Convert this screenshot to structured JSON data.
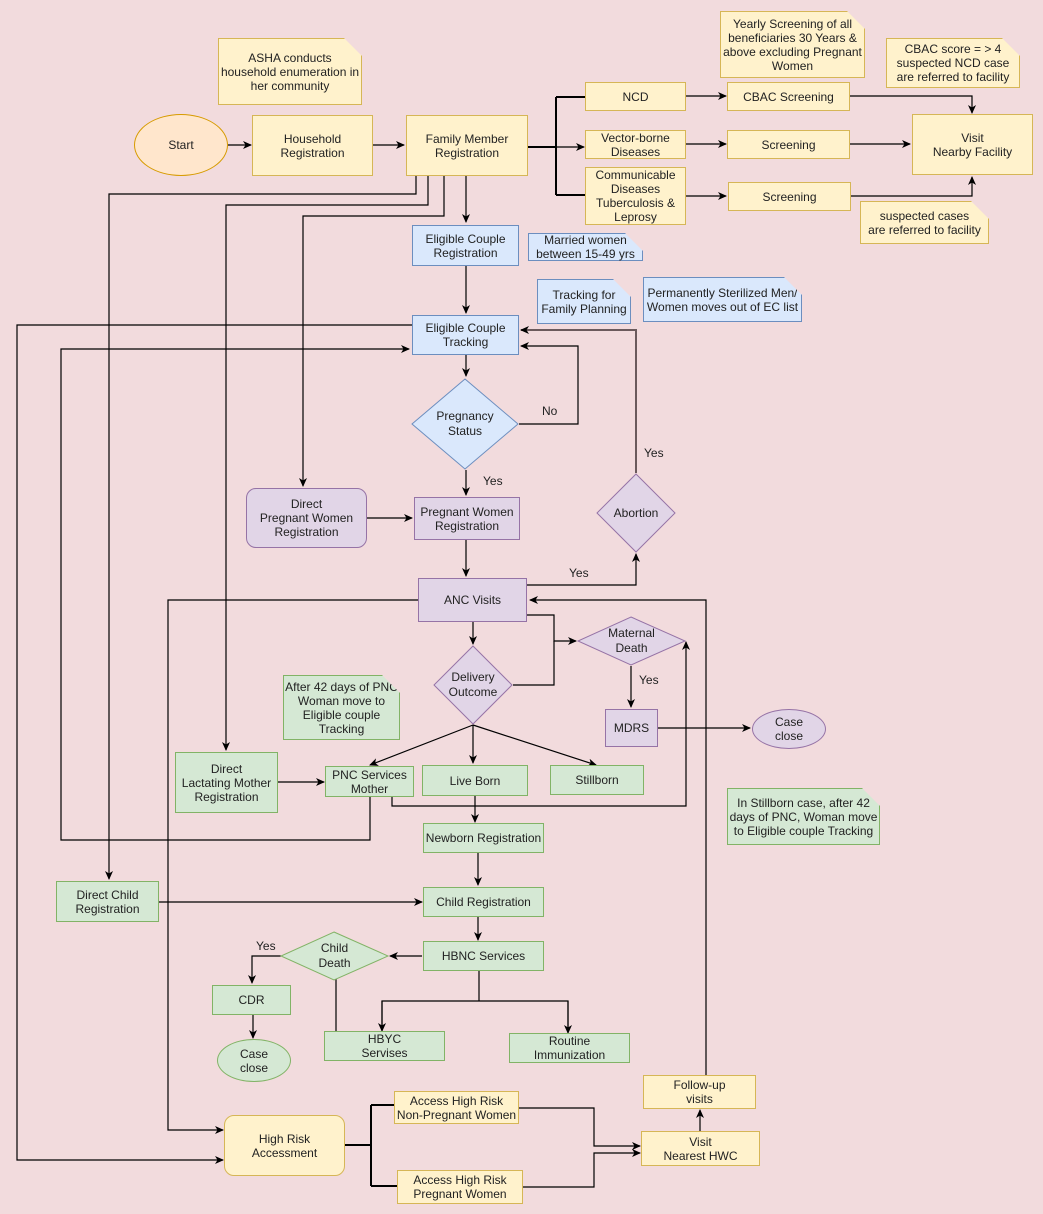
{
  "nodes": {
    "start": "Start",
    "household_registration": "Household\nRegistration",
    "family_member_registration": "Family Member\nRegistration",
    "ncd": "NCD",
    "vector_borne": "Vector-borne\nDiseases",
    "communicable": "Communicable\nDiseases\nTuberculosis &\nLeprosy",
    "cbac_screening": "CBAC Screening",
    "screening_vector": "Screening",
    "screening_communicable": "Screening",
    "visit_nearby_facility": "Visit\nNearby Facility",
    "eligible_couple_registration": "Eligible Couple\nRegistration",
    "eligible_couple_tracking": "Eligible Couple\nTracking",
    "pregnancy_status": "Pregnancy\nStatus",
    "direct_pregnant_women_registration": "Direct\nPregnant Women\nRegistration",
    "pregnant_women_registration": "Pregnant Women\nRegistration",
    "abortion": "Abortion",
    "anc_visits": "ANC Visits",
    "maternal_death": "Maternal\nDeath",
    "delivery_outcome": "Delivery\nOutcome",
    "mdrs": "MDRS",
    "case_close_maternal": "Case\nclose",
    "direct_lactating_mother_registration": "Direct\nLactating Mother\nRegistration",
    "pnc_services_mother": "PNC Services\nMother",
    "live_born": "Live Born",
    "stillborn": "Stillborn",
    "newborn_registration": "Newborn Registration",
    "direct_child_registration": "Direct Child\nRegistration",
    "child_registration": "Child Registration",
    "hbnc_services": "HBNC Services",
    "child_death": "Child\nDeath",
    "cdr": "CDR",
    "case_close_child": "Case\nclose",
    "hbyc_services": "HBYC\nServises",
    "routine_immunization": "Routine\nImmunization",
    "high_risk_assessment": "High Risk\nAccessment",
    "access_high_risk_non_pregnant": "Access High Risk\nNon-Pregnant Women",
    "access_high_risk_pregnant": "Access High Risk\nPregnant Women",
    "visit_nearest_hwc": "Visit\nNearest HWC",
    "follow_up_visits": "Follow-up\nvisits"
  },
  "notes": {
    "asha": "ASHA conducts\nhousehold enumeration in\nher community",
    "yearly_screening": "Yearly Screening of all\nbeneficiaries 30 Years &\nabove excluding Pregnant\nWomen",
    "cbac_score": "CBAC score = > 4\nsuspected NCD case\nare referred to facility",
    "suspected_cases": "suspected cases\nare referred to facility",
    "married_women": "Married women\nbetween 15-49 yrs",
    "tracking_fp": "Tracking for\nFamily Planning",
    "sterilized": "Permanently Sterilized Men/\nWomen moves out of EC list",
    "after_42_days": "After 42 days of PNC\nWoman move to\nEligible couple\nTracking",
    "stillborn_case": "In Stillborn case, after 42\ndays of PNC, Woman move\nto Eligible couple Tracking"
  },
  "edge_labels": {
    "no": "No",
    "yes_pregnancy": "Yes",
    "yes_abortion_up": "Yes",
    "yes_anc_abortion": "Yes",
    "yes_maternal": "Yes",
    "yes_child_death": "Yes"
  },
  "colors": {
    "background": "#f2dbdd",
    "yellow_fill": "#fff2cc",
    "blue_fill": "#dae8fc",
    "purple_fill": "#e1d5e7",
    "green_fill": "#d5e8d4",
    "orange_fill": "#ffe6cc"
  }
}
